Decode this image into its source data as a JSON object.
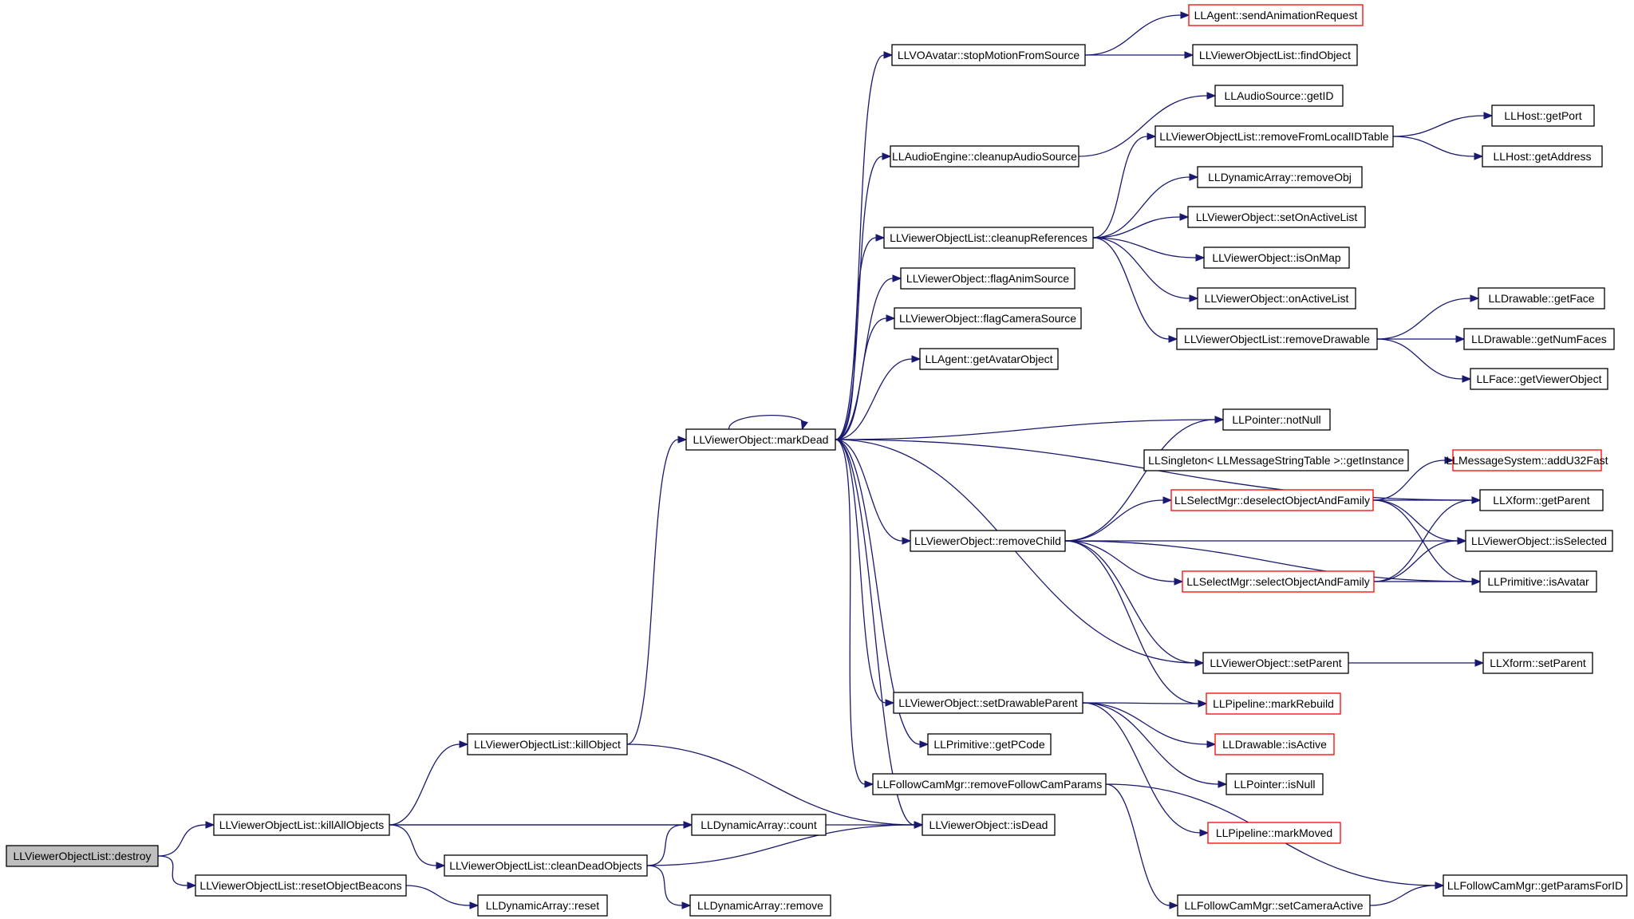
{
  "graph": {
    "nodes": [
      {
        "id": "destroy",
        "label": "LLViewerObjectList::destroy",
        "root": true
      },
      {
        "id": "killAll",
        "label": "LLViewerObjectList::killAllObjects"
      },
      {
        "id": "resetBeacons",
        "label": "LLViewerObjectList::resetObjectBeacons"
      },
      {
        "id": "killObject",
        "label": "LLViewerObjectList::killObject"
      },
      {
        "id": "cleanDead",
        "label": "LLViewerObjectList::cleanDeadObjects"
      },
      {
        "id": "daReset",
        "label": "LLDynamicArray::reset"
      },
      {
        "id": "daCount",
        "label": "LLDynamicArray::count"
      },
      {
        "id": "daRemove",
        "label": "LLDynamicArray::remove"
      },
      {
        "id": "markDead",
        "label": "LLViewerObject::markDead"
      },
      {
        "id": "isDead",
        "label": "LLViewerObject::isDead"
      },
      {
        "id": "stopMotion",
        "label": "LLVOAvatar::stopMotionFromSource"
      },
      {
        "id": "sendAnim",
        "label": "LLAgent::sendAnimationRequest",
        "red": true
      },
      {
        "id": "findObject",
        "label": "LLViewerObjectList::findObject"
      },
      {
        "id": "audioGetID",
        "label": "LLAudioSource::getID"
      },
      {
        "id": "cleanupAudio",
        "label": "LLAudioEngine::cleanupAudioSource"
      },
      {
        "id": "removeLocal",
        "label": "LLViewerObjectList::removeFromLocalIDTable"
      },
      {
        "id": "hostPort",
        "label": "LLHost::getPort"
      },
      {
        "id": "hostAddr",
        "label": "LLHost::getAddress"
      },
      {
        "id": "removeObj",
        "label": "LLDynamicArray::removeObj"
      },
      {
        "id": "cleanupRefs",
        "label": "LLViewerObjectList::cleanupReferences"
      },
      {
        "id": "setOnActive",
        "label": "LLViewerObject::setOnActiveList"
      },
      {
        "id": "isOnMap",
        "label": "LLViewerObject::isOnMap"
      },
      {
        "id": "flagAnim",
        "label": "LLViewerObject::flagAnimSource"
      },
      {
        "id": "onActive",
        "label": "LLViewerObject::onActiveList"
      },
      {
        "id": "getFace",
        "label": "LLDrawable::getFace"
      },
      {
        "id": "flagCamera",
        "label": "LLViewerObject::flagCameraSource"
      },
      {
        "id": "removeDrawable",
        "label": "LLViewerObjectList::removeDrawable"
      },
      {
        "id": "getNumFaces",
        "label": "LLDrawable::getNumFaces"
      },
      {
        "id": "getAvatar",
        "label": "LLAgent::getAvatarObject"
      },
      {
        "id": "getViewerObj",
        "label": "LLFace::getViewerObject"
      },
      {
        "id": "notNull",
        "label": "LLPointer::notNull"
      },
      {
        "id": "singleton",
        "label": "LLSingleton< LLMessageStringTable >::getInstance"
      },
      {
        "id": "addU32",
        "label": "LLMessageSystem::addU32Fast",
        "red": true
      },
      {
        "id": "deselect",
        "label": "LLSelectMgr::deselectObjectAndFamily",
        "red": true
      },
      {
        "id": "xfGetParent",
        "label": "LLXform::getParent"
      },
      {
        "id": "removeChild",
        "label": "LLViewerObject::removeChild"
      },
      {
        "id": "isSelected",
        "label": "LLViewerObject::isSelected"
      },
      {
        "id": "selectObj",
        "label": "LLSelectMgr::selectObjectAndFamily",
        "red": true
      },
      {
        "id": "isAvatar",
        "label": "LLPrimitive::isAvatar"
      },
      {
        "id": "setParent",
        "label": "LLViewerObject::setParent"
      },
      {
        "id": "xfSetParent",
        "label": "LLXform::setParent"
      },
      {
        "id": "setDrawParent",
        "label": "LLViewerObject::setDrawableParent"
      },
      {
        "id": "markRebuild",
        "label": "LLPipeline::markRebuild",
        "red": true
      },
      {
        "id": "isActive",
        "label": "LLDrawable::isActive",
        "red": true
      },
      {
        "id": "getPCode",
        "label": "LLPrimitive::getPCode"
      },
      {
        "id": "removeFollow",
        "label": "LLFollowCamMgr::removeFollowCamParams"
      },
      {
        "id": "isNull",
        "label": "LLPointer::isNull"
      },
      {
        "id": "markMoved",
        "label": "LLPipeline::markMoved",
        "red": true
      },
      {
        "id": "getParamsForID",
        "label": "LLFollowCamMgr::getParamsForID"
      },
      {
        "id": "setCamActive",
        "label": "LLFollowCamMgr::setCameraActive"
      }
    ],
    "edges": [
      [
        "destroy",
        "killAll"
      ],
      [
        "destroy",
        "resetBeacons"
      ],
      [
        "killAll",
        "killObject"
      ],
      [
        "killAll",
        "cleanDead"
      ],
      [
        "killAll",
        "daCount"
      ],
      [
        "killAll",
        "isDead"
      ],
      [
        "resetBeacons",
        "daReset"
      ],
      [
        "killObject",
        "markDead"
      ],
      [
        "killObject",
        "isDead"
      ],
      [
        "cleanDead",
        "daCount"
      ],
      [
        "cleanDead",
        "isDead"
      ],
      [
        "cleanDead",
        "daRemove"
      ],
      [
        "markDead",
        "markDead"
      ],
      [
        "markDead",
        "stopMotion"
      ],
      [
        "markDead",
        "cleanupAudio"
      ],
      [
        "markDead",
        "cleanupRefs"
      ],
      [
        "markDead",
        "flagAnim"
      ],
      [
        "markDead",
        "flagCamera"
      ],
      [
        "markDead",
        "getAvatar"
      ],
      [
        "markDead",
        "notNull"
      ],
      [
        "markDead",
        "xfGetParent"
      ],
      [
        "markDead",
        "removeChild"
      ],
      [
        "markDead",
        "setParent"
      ],
      [
        "markDead",
        "setDrawParent"
      ],
      [
        "markDead",
        "getPCode"
      ],
      [
        "markDead",
        "removeFollow"
      ],
      [
        "markDead",
        "isDead"
      ],
      [
        "stopMotion",
        "sendAnim"
      ],
      [
        "stopMotion",
        "findObject"
      ],
      [
        "cleanupAudio",
        "audioGetID"
      ],
      [
        "cleanupRefs",
        "removeLocal"
      ],
      [
        "cleanupRefs",
        "removeObj"
      ],
      [
        "cleanupRefs",
        "setOnActive"
      ],
      [
        "cleanupRefs",
        "isOnMap"
      ],
      [
        "cleanupRefs",
        "onActive"
      ],
      [
        "cleanupRefs",
        "removeDrawable"
      ],
      [
        "removeLocal",
        "hostPort"
      ],
      [
        "removeLocal",
        "hostAddr"
      ],
      [
        "removeDrawable",
        "getFace"
      ],
      [
        "removeDrawable",
        "getNumFaces"
      ],
      [
        "removeDrawable",
        "getViewerObj"
      ],
      [
        "removeChild",
        "notNull"
      ],
      [
        "removeChild",
        "deselect"
      ],
      [
        "removeChild",
        "isSelected"
      ],
      [
        "removeChild",
        "selectObj"
      ],
      [
        "removeChild",
        "isAvatar"
      ],
      [
        "removeChild",
        "setParent"
      ],
      [
        "removeChild",
        "markRebuild"
      ],
      [
        "deselect",
        "addU32"
      ],
      [
        "deselect",
        "xfGetParent"
      ],
      [
        "deselect",
        "isSelected"
      ],
      [
        "deselect",
        "isAvatar"
      ],
      [
        "selectObj",
        "xfGetParent"
      ],
      [
        "selectObj",
        "isSelected"
      ],
      [
        "selectObj",
        "isAvatar"
      ],
      [
        "setParent",
        "xfSetParent"
      ],
      [
        "setDrawParent",
        "markRebuild"
      ],
      [
        "setDrawParent",
        "isActive"
      ],
      [
        "setDrawParent",
        "isNull"
      ],
      [
        "setDrawParent",
        "markMoved"
      ],
      [
        "removeFollow",
        "getParamsForID"
      ],
      [
        "removeFollow",
        "setCamActive"
      ],
      [
        "setCamActive",
        "getParamsForID"
      ]
    ]
  }
}
